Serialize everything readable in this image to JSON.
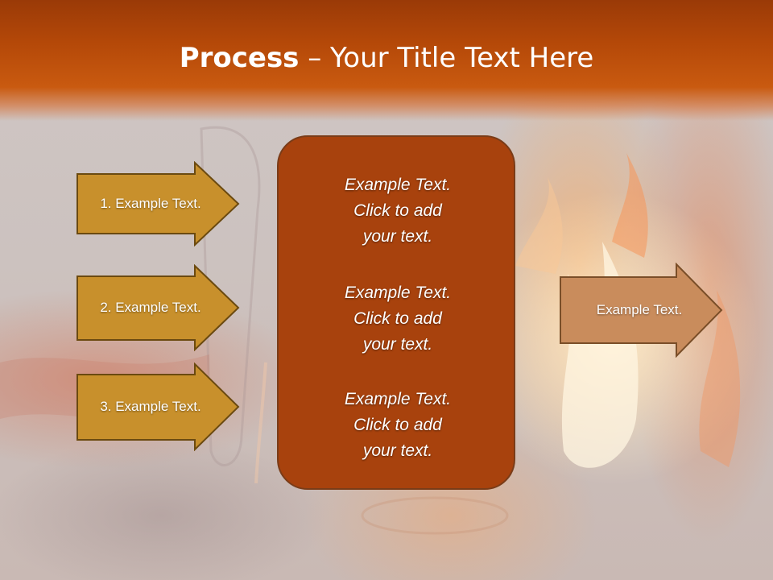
{
  "slide": {
    "title_bold": "Process",
    "title_rest": " – Your Title Text Here"
  },
  "left_arrows": [
    {
      "label": "1. Example Text."
    },
    {
      "label": "2. Example Text."
    },
    {
      "label": "3. Example Text."
    }
  ],
  "center_box": {
    "blocks": [
      {
        "line1": "Example Text.",
        "line2": "Click  to add",
        "line3": "your text."
      },
      {
        "line1": "Example Text.",
        "line2": "Click  to add",
        "line3": "your text."
      },
      {
        "line1": "Example Text.",
        "line2": "Click  to add",
        "line3": "your text."
      }
    ]
  },
  "right_arrow": {
    "label": "Example Text."
  },
  "colors": {
    "header": "#b44808",
    "left_arrow_fill": "#c8902c",
    "left_arrow_stroke": "#6b4a10",
    "center_box_fill": "#a8420d",
    "right_arrow_fill": "#c98c5c",
    "right_arrow_stroke": "#7a4e28"
  }
}
